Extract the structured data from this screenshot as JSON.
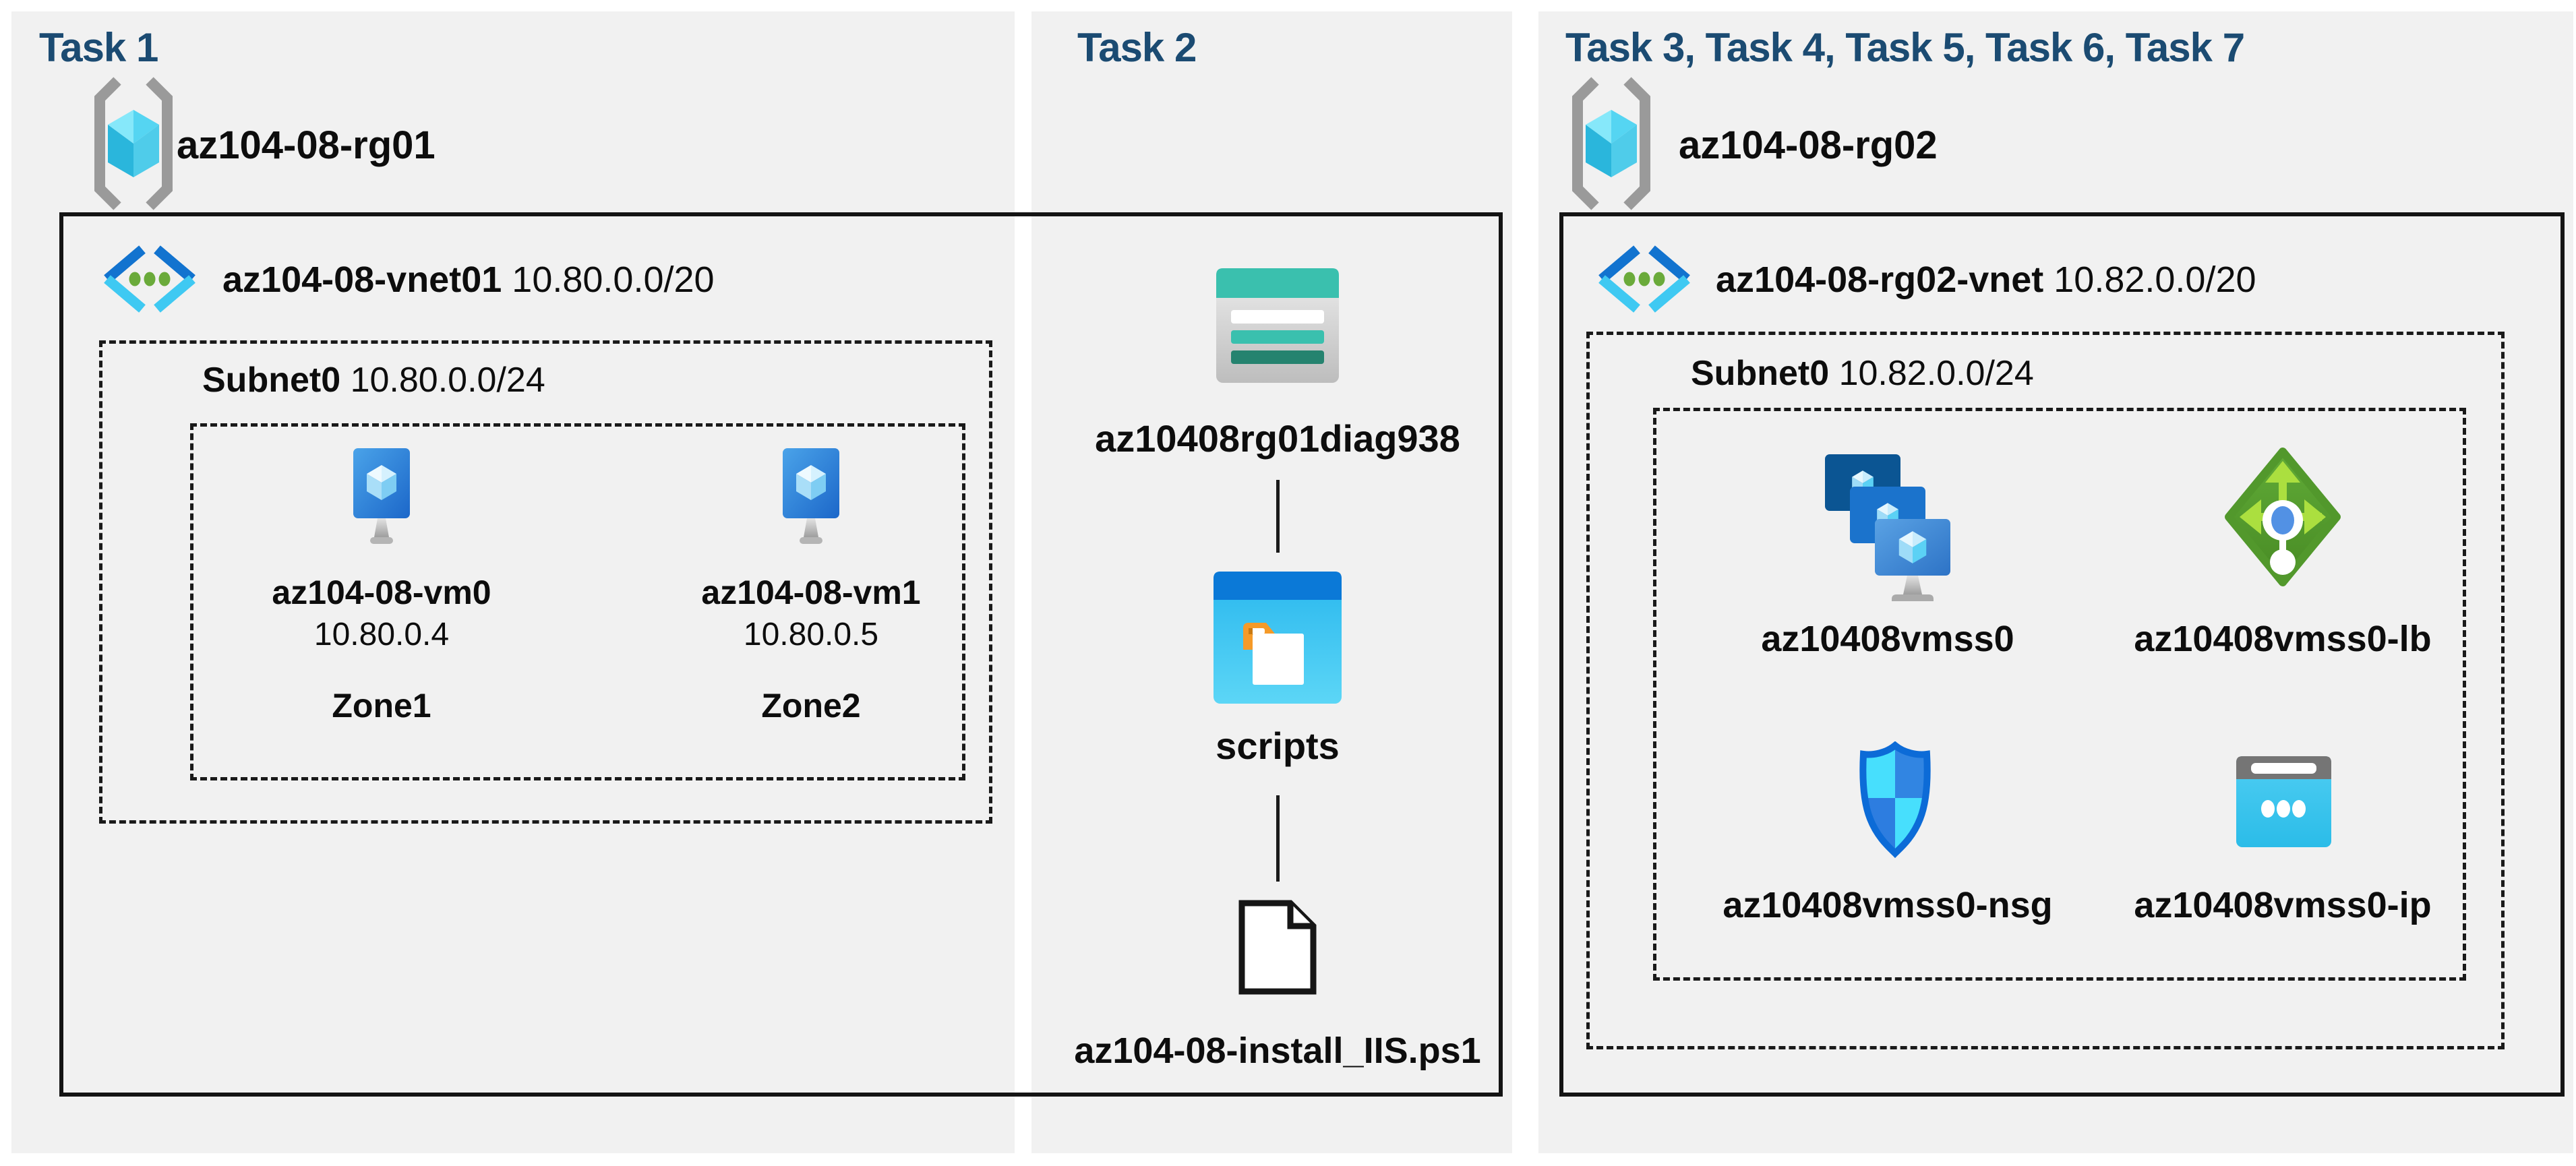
{
  "colors": {
    "background": "#ffffff",
    "panel_bg": "#f1f1f1",
    "title_text": "#1b4b72",
    "label_text": "#0d0d0d",
    "border": "#141414",
    "storage_teal": "#3ac0ae",
    "storage_teal_dark": "#25836f",
    "container_blue": "#0b79d7",
    "public_ip_cyan": "#3cc3ef",
    "load_balancer_green": "#55a02e",
    "nsg_cyan": "#47dffd",
    "nsg_blue": "#3185e2"
  },
  "task1": {
    "title": "Task 1",
    "resource_group": "az104-08-rg01",
    "vnet": {
      "name": "az104-08-vnet01",
      "cidr": "10.80.0.0/20"
    },
    "subnet": {
      "name": "Subnet0",
      "cidr": "10.80.0.0/24"
    },
    "vms": [
      {
        "name": "az104-08-vm0",
        "ip": "10.80.0.4",
        "zone": "Zone1"
      },
      {
        "name": "az104-08-vm1",
        "ip": "10.80.0.5",
        "zone": "Zone2"
      }
    ]
  },
  "task2": {
    "title": "Task 2",
    "storage_account": "az10408rg01diag938",
    "container": "scripts",
    "script_file": "az104-08-install_IIS.ps1"
  },
  "task37": {
    "title": "Task 3, Task 4, Task 5, Task 6, Task 7",
    "resource_group": "az104-08-rg02",
    "vnet": {
      "name": "az104-08-rg02-vnet",
      "cidr": "10.82.0.0/20"
    },
    "subnet": {
      "name": "Subnet0",
      "cidr": "10.82.0.0/24"
    },
    "resources": [
      {
        "label": "az10408vmss0",
        "icon": "vmss-icon"
      },
      {
        "label": "az10408vmss0-lb",
        "icon": "load-balancer-icon"
      },
      {
        "label": "az10408vmss0-nsg",
        "icon": "nsg-icon"
      },
      {
        "label": "az10408vmss0-ip",
        "icon": "public-ip-icon"
      }
    ]
  }
}
